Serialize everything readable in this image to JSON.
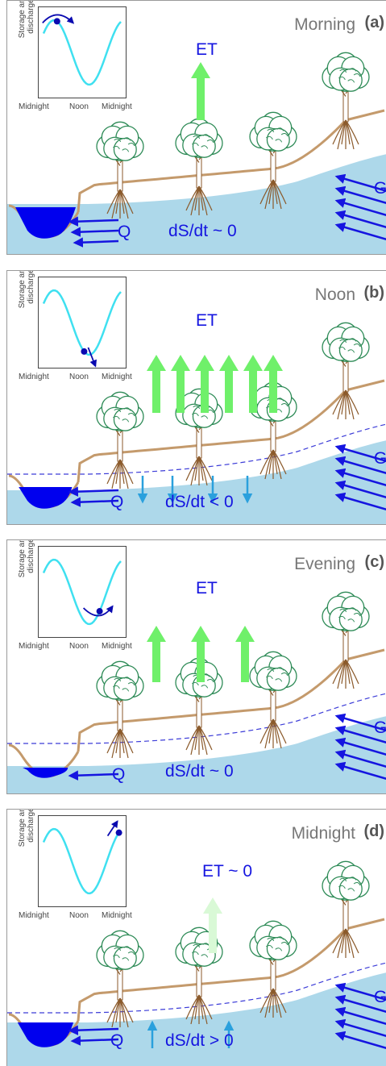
{
  "inset": {
    "ylabel_line1": "Storage and",
    "ylabel_line2": "discharge",
    "x_labels": [
      "Midnight",
      "Noon",
      "Midnight"
    ]
  },
  "panels": [
    {
      "id": "a",
      "time": "Morning",
      "letter": "(a)",
      "et": "ET",
      "ds": "dS/dt ~ 0",
      "q": "Q",
      "g": "G"
    },
    {
      "id": "b",
      "time": "Noon",
      "letter": "(b)",
      "et": "ET",
      "ds": "dS/dt < 0",
      "q": "Q",
      "g": "G"
    },
    {
      "id": "c",
      "time": "Evening",
      "letter": "(c)",
      "et": "ET",
      "ds": "dS/dt ~ 0",
      "q": "Q",
      "g": "G"
    },
    {
      "id": "d",
      "time": "Midnight",
      "letter": "(d)",
      "et": "ET ~ 0",
      "ds": "dS/dt > 0",
      "q": "Q",
      "g": "G"
    }
  ],
  "colors": {
    "groundwater": "#add8ea",
    "stream": "#0000ee",
    "flux_arrows": "#1515e0",
    "et_arrow": "#6ff06a",
    "et_arrow_faint": "#d9f9d6",
    "soil_line": "#c49a6c",
    "tree_leaves": "#2e8b57",
    "storage_curve": "#3fe0f0",
    "drawdown_arrows": "#2aa0dd"
  }
}
